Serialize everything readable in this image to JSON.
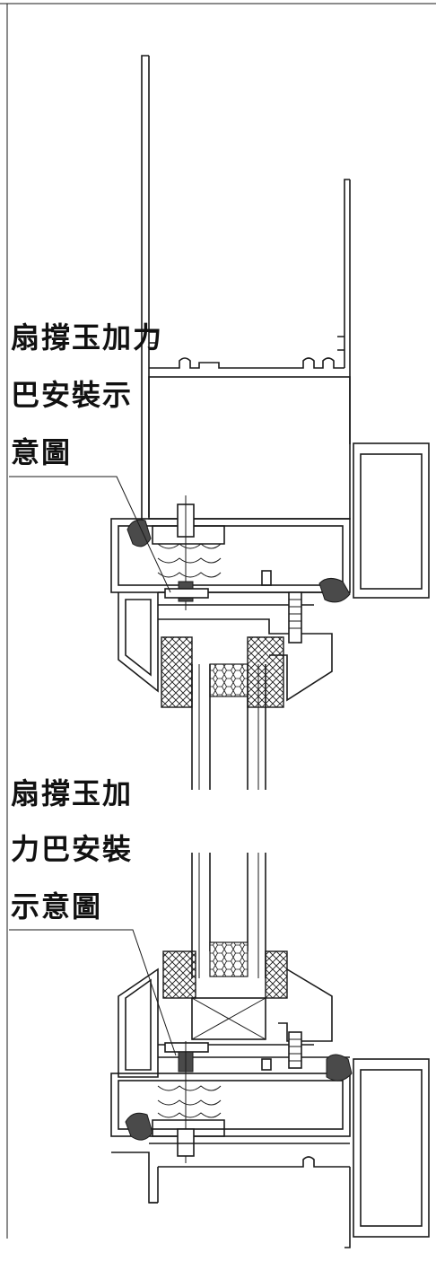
{
  "annotations": [
    {
      "id": "upper",
      "lines": [
        "扇撐玉加力",
        "巴安裝示",
        "意圖"
      ]
    },
    {
      "id": "lower",
      "lines": [
        "扇撐玉加",
        "力巴安裝",
        "示意圖"
      ]
    }
  ],
  "colors": {
    "line": "#1a1a1a",
    "gasket": "#4a4a4a",
    "background": "#ffffff"
  }
}
